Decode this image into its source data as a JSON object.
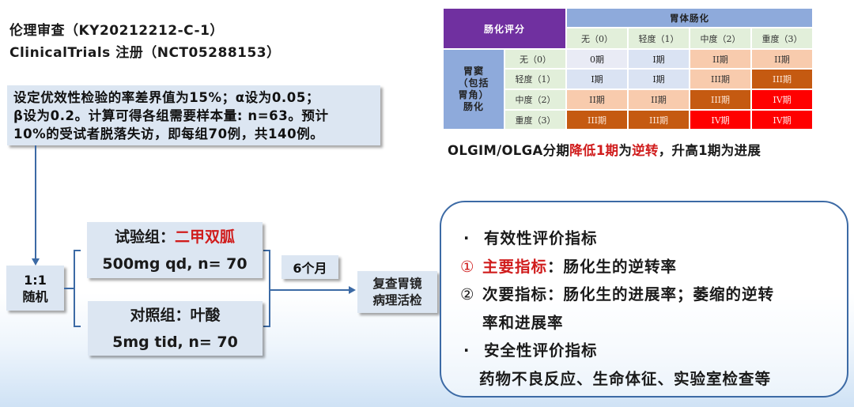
{
  "header": {
    "ethics_line": "伦理审查（KY20212212-C-1）",
    "registry_line": "ClinicalTrials 注册（NCT05288153）"
  },
  "sample_size_box": {
    "lines": [
      "设定优效性检验的率差界值为15%；α设为0.05；",
      "β设为0.2。计算可得各组需要样本量: n=63。预计",
      "10%的受试者脱落失访，即每组70例，共140例。"
    ]
  },
  "randomization": {
    "ratio": "1:1",
    "label": "随机"
  },
  "groups": {
    "trial": {
      "label": "试验组：",
      "drug": "二甲双胍",
      "dose": "500mg qd, n= 70"
    },
    "control": {
      "label": "对照组：叶酸",
      "dose": "5mg tid, n= 70"
    }
  },
  "duration": "6个月",
  "followup": {
    "line1": "复查胃镜",
    "line2": "病理活检"
  },
  "outcomes": {
    "efficacy_heading": "有效性评价指标",
    "bullet": "·",
    "primary_num": "①",
    "primary_label": "主要指标",
    "primary_text": "：肠化生的逆转率",
    "secondary_num": "②",
    "secondary_text": "次要指标：肠化生的进展率；萎缩的逆转",
    "secondary_text_cont": "率和进展率",
    "safety_heading": "安全性评价指标",
    "safety_text": "药物不良反应、生命体征、实验室检查等"
  },
  "staging_table": {
    "corner_label": "肠化评分",
    "col_group_label": "胃体肠化",
    "col_headers": [
      "无（0）",
      "轻度（1）",
      "中度（2）",
      "重度（3）"
    ],
    "row_group_label_lines": [
      "胃窦",
      "（包括",
      "胃角）",
      "肠化"
    ],
    "row_headers": [
      "无（0）",
      "轻度（1）",
      "中度（2）",
      "重度（3）"
    ],
    "cells": [
      [
        "0期",
        "I期",
        "II期",
        "II期"
      ],
      [
        "I期",
        "I期",
        "III期",
        "III期"
      ],
      [
        "II期",
        "II期",
        "III期",
        "IV期"
      ],
      [
        "III期",
        "III期",
        "IV期",
        "IV期"
      ]
    ],
    "stage_colors": {
      "0": "#e9ebf5",
      "I": "#dae3f3",
      "II": "#f8cbad",
      "III": "#c55a11",
      "IV": "#ff0000"
    }
  },
  "olga_note": {
    "part1": "OLGIM/OLGA分期",
    "part2": "降低1期",
    "part3": "为",
    "part4": "逆转",
    "part5": "，升高1期为进展"
  },
  "colors": {
    "accent_red": "#d01c1c",
    "connector_blue": "#3c6aa5",
    "box_fill": "#dce6f2",
    "table_purple": "#7030a0",
    "table_blue": "#8eaadb",
    "table_green": "#e2efda"
  }
}
